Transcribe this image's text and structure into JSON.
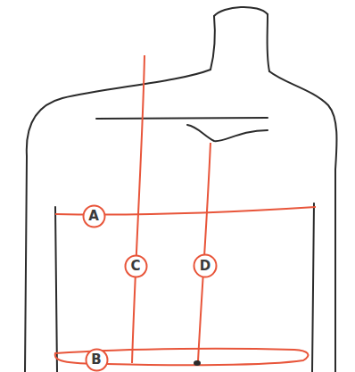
{
  "diagram": {
    "nodes": [
      {
        "text": [
          "A"
        ]
      },
      {
        "text": [
          "C"
        ]
      },
      {
        "text": [
          "D"
        ]
      },
      {
        "text": [
          "B"
        ]
      }
    ]
  }
}
